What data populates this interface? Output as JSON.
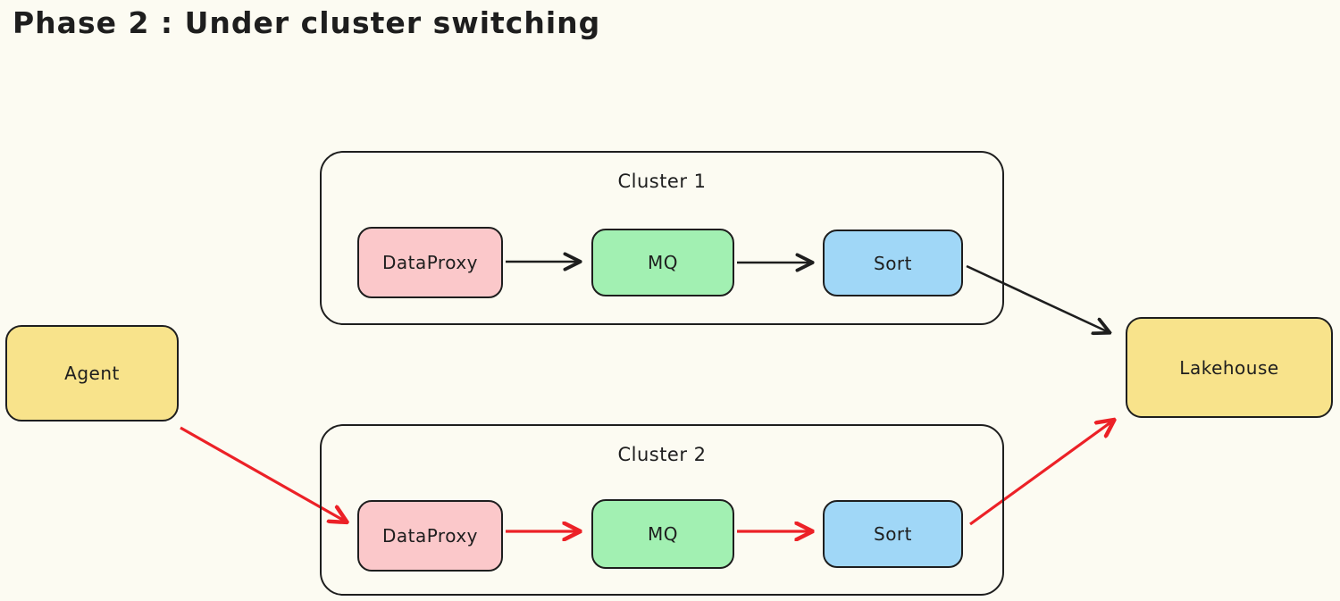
{
  "title": "Phase 2 : Under cluster switching",
  "agent": {
    "label": "Agent"
  },
  "lakehouse": {
    "label": "Lakehouse"
  },
  "clusters": [
    {
      "label": "Cluster 1",
      "nodes": [
        {
          "label": "DataProxy",
          "color": "pink"
        },
        {
          "label": "MQ",
          "color": "green"
        },
        {
          "label": "Sort",
          "color": "blue"
        }
      ],
      "arrow_color": "black"
    },
    {
      "label": "Cluster 2",
      "nodes": [
        {
          "label": "DataProxy",
          "color": "pink"
        },
        {
          "label": "MQ",
          "color": "green"
        },
        {
          "label": "Sort",
          "color": "blue"
        }
      ],
      "arrow_color": "red"
    }
  ],
  "edges": [
    {
      "from": "cluster1-dataproxy",
      "to": "cluster1-mq",
      "color": "black"
    },
    {
      "from": "cluster1-mq",
      "to": "cluster1-sort",
      "color": "black"
    },
    {
      "from": "cluster1-sort",
      "to": "lakehouse",
      "color": "black"
    },
    {
      "from": "agent",
      "to": "cluster2-dataproxy",
      "color": "red"
    },
    {
      "from": "cluster2-dataproxy",
      "to": "cluster2-mq",
      "color": "red"
    },
    {
      "from": "cluster2-mq",
      "to": "cluster2-sort",
      "color": "red"
    },
    {
      "from": "cluster2-sort",
      "to": "lakehouse",
      "color": "red"
    }
  ],
  "colors": {
    "stroke": "#1e1e1e",
    "arrow_black": "#1e1e1e",
    "arrow_red": "#ec2127",
    "node_yellow": "#f8e38b",
    "node_pink": "#fbc8ca",
    "node_green": "#a2f0b2",
    "node_blue": "#a0d7f7",
    "canvas_bg": "#fcfbf2"
  }
}
